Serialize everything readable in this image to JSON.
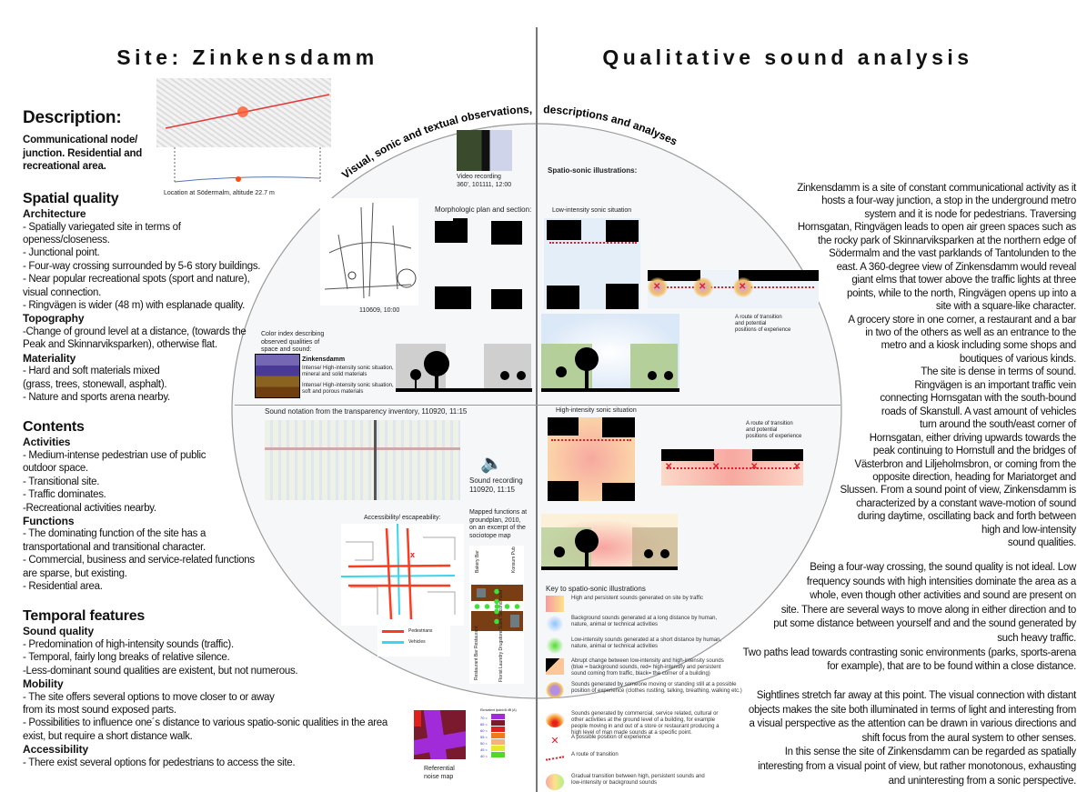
{
  "titles": {
    "left": "Site: Zinkensdamm",
    "right": "Qualitative sound analysis"
  },
  "arc": {
    "left": "Visual, sonic and textual observations,",
    "right": "descriptions and analyses"
  },
  "description": {
    "heading": "Description:",
    "lines": [
      "Communicational node/",
      "junction. Residential and",
      "recreational area."
    ]
  },
  "left_column": [
    {
      "heading": "Spatial quality",
      "subsections": [
        {
          "heading": "Architecture",
          "lines": [
            "- Spatially variegated site in terms of",
            "openess/closeness.",
            "- Junctional point.",
            "- Four-way crossing surrounded by 5-6 story buildings.",
            "- Near popular recreational spots (sport and nature),",
            "visual connection.",
            "- Ringvägen is wider (48 m) with esplanade quality."
          ]
        },
        {
          "heading": "Topography",
          "lines": [
            "-Change of ground level at a distance, (towards the",
            "Peak and Skinnarviksparken), otherwise flat."
          ]
        },
        {
          "heading": "Materiality",
          "lines": [
            "-  Hard and soft materials mixed",
            "(grass, trees, stonewall, asphalt).",
            "- Nature and sports arena nearby."
          ]
        }
      ]
    },
    {
      "heading": "Contents",
      "subsections": [
        {
          "heading": "Activities",
          "lines": [
            "- Medium-intense pedestrian use of public",
            "outdoor space.",
            "- Transitional site.",
            "- Traffic dominates.",
            "-Recreational activities nearby."
          ]
        },
        {
          "heading": "Functions",
          "lines": [
            "- The dominating function of the site has a",
            "transportational and transitional character.",
            "- Commercial, business and service-related functions",
            "are sparse, but existing.",
            "- Residential area."
          ]
        }
      ]
    },
    {
      "heading": "Temporal features",
      "subsections": [
        {
          "heading": "Sound quality",
          "lines": [
            "- Predomination of high-intensity sounds (traffic).",
            "- Temporal, fairly long breaks of relative silence.",
            "-Less-dominant sound qualities are existent, but not numerous."
          ]
        },
        {
          "heading": "Mobility",
          "lines": [
            "- The site offers several options to move closer to or away",
            "from its most sound exposed parts.",
            "- Possibilities to influence one´s distance to various spatio-sonic qualities in the area",
            "exist, but require a short distance walk."
          ]
        },
        {
          "heading": "Accessibility",
          "lines": [
            "- There exist several options for pedestrians to access the site."
          ]
        }
      ]
    }
  ],
  "right_paragraphs": [
    [
      "Zinkensdamm is a site of constant communicational activity as it",
      "hosts a four-way junction, a stop in the underground metro",
      "system and it is node for pedestrians. Traversing",
      "Hornsgatan, Ringvägen leads to open air green spaces such as",
      "the rocky park of Skinnarviksparken at the northern edge of",
      "Södermalm and the vast parklands of Tantolunden to the",
      "east. A 360-degree view of Zinkensdamm would reveal",
      "giant elms that tower above the  traffic lights at three",
      "points, while to the north, Ringvägen opens up into a",
      "site with a square-like character.",
      "A grocery store in one corner, a restaurant and a bar",
      "in two of the others as well as an entrance to the",
      "metro and a kiosk including some shops and",
      "boutiques of various kinds.",
      "The site is dense in terms of sound.",
      "Ringvägen is an important traffic vein",
      "connecting Hornsgatan with the south-bound",
      "roads of Skanstull. A vast amount of vehicles",
      "turn around the south/east corner of",
      "Hornsgatan, either driving upwards towards the",
      "peak continuing to Hornstull and the bridges of",
      "Västerbron and Liljeholmsbron, or coming from the",
      "opposite direction, heading for Mariatorget and",
      "Slussen. From a sound point of view, Zinkensdamm is",
      "characterized by a constant  wave-motion of sound",
      "during daytime, oscillating back and forth between",
      "high and low-intensity",
      "sound qualities."
    ],
    [
      "Being a four-way crossing, the sound quality is not ideal. Low",
      "frequency sounds with high intensities dominate the area as a",
      "whole, even though other activities and sound are present on",
      "site. There are several ways to move along in either direction and to",
      "put some distance between yourself and and the sound generated by",
      "such heavy traffic.",
      "Two paths lead towards contrasting sonic environments (parks, sports-arena",
      "for example), that are to be found within a close distance."
    ],
    [
      "Sightlines stretch far away at this point. The visual connection with distant",
      "objects makes the site both illuminated in terms of light and interesting from",
      "a visual perspective as the attention can be drawn in various directions and",
      "shift focus from the aural system to other senses.",
      "In this sense the site of Zinkensdamm can be regarded as spatially",
      "interesting from a visual point of view, but rather monotonous, exhausting",
      "and uninteresting from a sonic perspective."
    ]
  ],
  "captions": {
    "location": "Location at Södermalm, altitude 22.7 m",
    "video": [
      "Video recording",
      "360', 101111, 12:00"
    ],
    "sketch_date": "110609, 10:00",
    "morphologic": "Morphologic plan and section:",
    "color_index": [
      "Color index describing",
      "observed qualities of",
      "space and sound:"
    ],
    "color_index_site": "Zinkensdamm",
    "color_index_1": [
      "Intense/ High-intensity sonic situation,",
      "mineral and solid materials"
    ],
    "color_index_2": [
      "Intense/ High-intensity sonic situation,",
      "soft and porous materials"
    ],
    "spatio_sonic": "Spatio-sonic illustrations:",
    "low_intensity": "Low-intensity sonic situation",
    "high_intensity": "High-intensity sonic situation",
    "route_upper": [
      "A route of transition",
      "and potential",
      "positions of experience"
    ],
    "route_lower": [
      "A route of transition",
      "and potential",
      "positions of experience"
    ],
    "sound_notation": "Sound notation from the transparency inventory, 110920, 11:15",
    "sound_recording": [
      "Sound recording",
      "110920, 11:15"
    ],
    "accessibility": "Accessibility/ escapeability:",
    "legend_pedestrians": "Pedestrians",
    "legend_vehicles": "Vehicles",
    "mapped_functions": [
      "Mapped functions at",
      "groundplan, 2010,",
      "on an excerpt of the",
      "sociotope map"
    ],
    "sociotope_labels": [
      "Bakery Bar",
      "Konsum Pub",
      "Restaurant Bar Restaurant",
      "Florist Laundry Drugstore Sushi Second hand"
    ],
    "noise_map": [
      "Referential",
      "noise map"
    ],
    "noise_legend_title": "Ekvivalent ljudnivå dB (A)",
    "noise_levels": [
      "70 <",
      "65 <",
      "60 <",
      "55 <",
      "50 <",
      "45 <",
      "40 <"
    ]
  },
  "key": {
    "heading": "Key to spatio-sonic illustrations",
    "items": [
      {
        "icon": "traffic-sound-swatch",
        "text": [
          "High and persistent sounds generated on site by traffic"
        ]
      },
      {
        "icon": "background-sound-swatch",
        "text": [
          "Background sounds generated at a long distance by human,",
          "nature, animal or technical activities"
        ]
      },
      {
        "icon": "low-intensity-sound-swatch",
        "text": [
          "Low-intensity sounds generated at a short distance  by human,",
          "nature, animal or technical activities"
        ]
      },
      {
        "icon": "abrupt-change-swatch",
        "text": [
          "Abrupt change between low-intensity and high-intensity sounds",
          "(blue = background sounds, red= high-intensity and persistent",
          "sound coming from traffic, black= the corner of a building)"
        ]
      },
      {
        "icon": "position-sound-swatch",
        "text": [
          "Sounds generated by someone moving or standing still at a possible",
          "position of experience (clothes rustling, talking, breathing, walking etc.)"
        ]
      },
      {
        "icon": "ground-level-sound-swatch",
        "text": [
          "Sounds generated by commercial, service related, cultural or",
          "other activities at the ground level of a building, for example",
          "people moving in and out of a store or restaurant producing a",
          "high level of man made sounds at a specific point."
        ]
      },
      {
        "icon": "x-mark-icon",
        "text": [
          "A possible position of experience"
        ]
      },
      {
        "icon": "route-line-icon",
        "text": [
          "A route of transition"
        ]
      },
      {
        "icon": "gradual-transition-swatch",
        "text": [
          "Gradual transition between high, persistent sounds and",
          "low-intensity or background sounds"
        ]
      }
    ]
  },
  "colors": {
    "pedestrians": "#ff3b1f",
    "vehicles": "#38d6f0",
    "x_mark": "#e0202a",
    "purple": "#6b5bb0",
    "brown": "#7a4a14"
  }
}
